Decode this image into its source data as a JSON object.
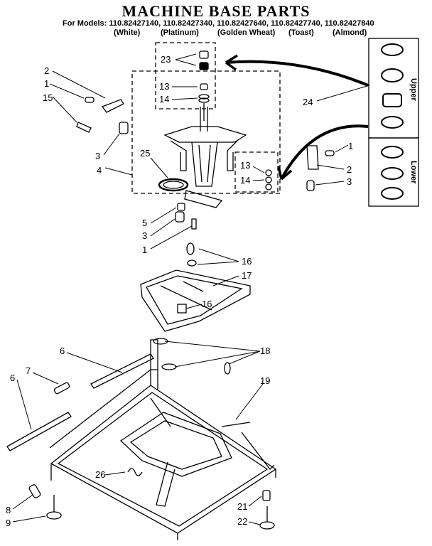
{
  "title": "MACHINE BASE PARTS",
  "models_line": "For Models: 110.82427140, 110.82427340, 110.82427640, 110.82427740, 110.82427840",
  "model_colors": [
    "(White)",
    "(Platinum)",
    "(Golden Wheat)",
    "(Toast)",
    "(Almond)"
  ],
  "panel_labels": {
    "upper": "Upper",
    "lower": "Lower"
  },
  "callouts": [
    "23",
    "13",
    "14",
    "2",
    "1",
    "15",
    "3",
    "4",
    "25",
    "13",
    "14",
    "24",
    "1",
    "2",
    "3",
    "5",
    "3",
    "1",
    "16",
    "17",
    "16",
    "6",
    "7",
    "6",
    "18",
    "19",
    "26",
    "8",
    "9",
    "21",
    "22"
  ]
}
